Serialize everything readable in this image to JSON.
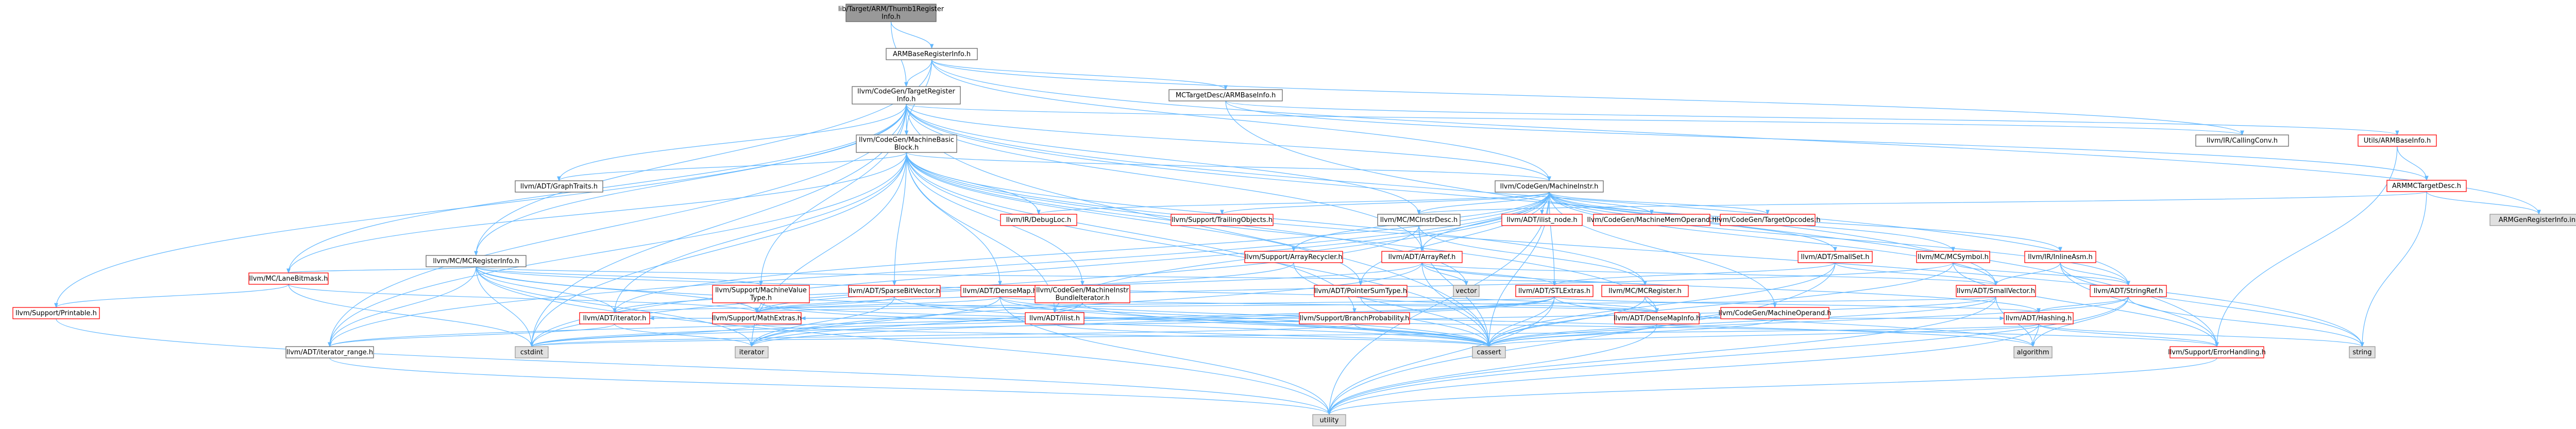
{
  "colors": {
    "edge": "#63b8ff",
    "root_fill": "#999999",
    "root_border": "#666666",
    "node_fill": "#ffffff",
    "node_border_linked": "#ff0000",
    "node_border_plain": "#666666",
    "external_fill": "#e0e0e0",
    "external_border": "#999999"
  },
  "nodes": [
    {
      "id": "n0",
      "lines": [
        "lib/Target/ARM/Thumb1Register",
        "Info.h"
      ],
      "kind": "root"
    },
    {
      "id": "n1",
      "lines": [
        "ARMBaseRegisterInfo.h"
      ],
      "kind": "plain"
    },
    {
      "id": "n2",
      "lines": [
        "llvm/CodeGen/TargetRegister",
        "Info.h"
      ],
      "kind": "plain"
    },
    {
      "id": "n3",
      "lines": [
        "MCTargetDesc/ARMBaseInfo.h"
      ],
      "kind": "plain"
    },
    {
      "id": "n4",
      "lines": [
        "llvm/CodeGen/MachineBasic",
        "Block.h"
      ],
      "kind": "plain"
    },
    {
      "id": "n5",
      "lines": [
        "llvm/IR/CallingConv.h"
      ],
      "kind": "plain"
    },
    {
      "id": "n6",
      "lines": [
        "Utils/ARMBaseInfo.h"
      ],
      "kind": "linked"
    },
    {
      "id": "n7",
      "lines": [
        "ARMMCTargetDesc.h"
      ],
      "kind": "linked"
    },
    {
      "id": "n8",
      "lines": [
        "ARMGenRegisterInfo.inc"
      ],
      "kind": "external"
    },
    {
      "id": "n9",
      "lines": [
        "llvm/ADT/GraphTraits.h"
      ],
      "kind": "plain"
    },
    {
      "id": "n10",
      "lines": [
        "llvm/CodeGen/MachineInstr.h"
      ],
      "kind": "plain"
    },
    {
      "id": "n11",
      "lines": [
        "llvm/MC/MCRegisterInfo.h"
      ],
      "kind": "plain"
    },
    {
      "id": "n12",
      "lines": [
        "llvm/IR/DebugLoc.h"
      ],
      "kind": "linked"
    },
    {
      "id": "n13",
      "lines": [
        "llvm/Support/TrailingObjects.h"
      ],
      "kind": "linked"
    },
    {
      "id": "n14",
      "lines": [
        "llvm/MC/MCInstrDesc.h"
      ],
      "kind": "plain"
    },
    {
      "id": "n15",
      "lines": [
        "llvm/ADT/ilist_node.h"
      ],
      "kind": "linked"
    },
    {
      "id": "n16",
      "lines": [
        "llvm/CodeGen/MachineMemOperand.h"
      ],
      "kind": "linked"
    },
    {
      "id": "n17",
      "lines": [
        "llvm/CodeGen/TargetOpcodes.h"
      ],
      "kind": "linked"
    },
    {
      "id": "n18",
      "lines": [
        "llvm/Support/ArrayRecycler.h"
      ],
      "kind": "linked"
    },
    {
      "id": "n19",
      "lines": [
        "llvm/ADT/ArrayRef.h"
      ],
      "kind": "linked"
    },
    {
      "id": "n20",
      "lines": [
        "llvm/ADT/SmallSet.h"
      ],
      "kind": "linked"
    },
    {
      "id": "n21",
      "lines": [
        "llvm/MC/MCSymbol.h"
      ],
      "kind": "linked"
    },
    {
      "id": "n22",
      "lines": [
        "llvm/IR/InlineAsm.h"
      ],
      "kind": "linked"
    },
    {
      "id": "n23",
      "lines": [
        "llvm/MC/LaneBitmask.h"
      ],
      "kind": "linked"
    },
    {
      "id": "n24",
      "lines": [
        "llvm/Support/Printable.h"
      ],
      "kind": "linked"
    },
    {
      "id": "n25",
      "lines": [
        "llvm/Support/MachineValue",
        "Type.h"
      ],
      "kind": "linked"
    },
    {
      "id": "n26",
      "lines": [
        "llvm/ADT/SparseBitVector.h"
      ],
      "kind": "linked"
    },
    {
      "id": "n27",
      "lines": [
        "llvm/ADT/DenseMap.h"
      ],
      "kind": "linked"
    },
    {
      "id": "n28",
      "lines": [
        "llvm/CodeGen/MachineInstr",
        "BundleIterator.h"
      ],
      "kind": "linked"
    },
    {
      "id": "n29",
      "lines": [
        "llvm/ADT/PointerSumType.h"
      ],
      "kind": "linked"
    },
    {
      "id": "n30",
      "lines": [
        "llvm/ADT/STLExtras.h"
      ],
      "kind": "linked"
    },
    {
      "id": "n31",
      "lines": [
        "llvm/MC/MCRegister.h"
      ],
      "kind": "linked"
    },
    {
      "id": "n32",
      "lines": [
        "llvm/CodeGen/MachineOperand.h"
      ],
      "kind": "linked"
    },
    {
      "id": "n33",
      "lines": [
        "llvm/ADT/SmallVector.h"
      ],
      "kind": "linked"
    },
    {
      "id": "n34",
      "lines": [
        "llvm/ADT/StringRef.h"
      ],
      "kind": "linked"
    },
    {
      "id": "n35",
      "lines": [
        "vector"
      ],
      "kind": "external"
    },
    {
      "id": "n36",
      "lines": [
        "llvm/ADT/iterator.h"
      ],
      "kind": "linked"
    },
    {
      "id": "n37",
      "lines": [
        "llvm/Support/MathExtras.h"
      ],
      "kind": "linked"
    },
    {
      "id": "n38",
      "lines": [
        "llvm/ADT/ilist.h"
      ],
      "kind": "linked"
    },
    {
      "id": "n39",
      "lines": [
        "llvm/Support/BranchProbability.h"
      ],
      "kind": "linked"
    },
    {
      "id": "n40",
      "lines": [
        "llvm/ADT/DenseMapInfo.h"
      ],
      "kind": "linked"
    },
    {
      "id": "n41",
      "lines": [
        "llvm/ADT/Hashing.h"
      ],
      "kind": "linked"
    },
    {
      "id": "n42",
      "lines": [
        "llvm/ADT/iterator_range.h"
      ],
      "kind": "plain"
    },
    {
      "id": "n43",
      "lines": [
        "cstdint"
      ],
      "kind": "external"
    },
    {
      "id": "n44",
      "lines": [
        "iterator"
      ],
      "kind": "external"
    },
    {
      "id": "n45",
      "lines": [
        "cassert"
      ],
      "kind": "external"
    },
    {
      "id": "n46",
      "lines": [
        "algorithm"
      ],
      "kind": "external"
    },
    {
      "id": "n47",
      "lines": [
        "llvm/Support/ErrorHandling.h"
      ],
      "kind": "linked"
    },
    {
      "id": "n48",
      "lines": [
        "string"
      ],
      "kind": "external"
    },
    {
      "id": "n49",
      "lines": [
        "utility"
      ],
      "kind": "external"
    }
  ],
  "edges": [
    [
      "n0",
      "n1"
    ],
    [
      "n0",
      "n2"
    ],
    [
      "n1",
      "n2"
    ],
    [
      "n1",
      "n3"
    ],
    [
      "n1",
      "n4"
    ],
    [
      "n1",
      "n5"
    ],
    [
      "n1",
      "n8"
    ],
    [
      "n1",
      "n10"
    ],
    [
      "n1",
      "n11"
    ],
    [
      "n2",
      "n4"
    ],
    [
      "n2",
      "n5"
    ],
    [
      "n2",
      "n9"
    ],
    [
      "n2",
      "n11"
    ],
    [
      "n2",
      "n23"
    ],
    [
      "n2",
      "n24"
    ],
    [
      "n2",
      "n19"
    ],
    [
      "n2",
      "n33"
    ],
    [
      "n2",
      "n34"
    ],
    [
      "n2",
      "n25"
    ],
    [
      "n2",
      "n42"
    ],
    [
      "n2",
      "n43"
    ],
    [
      "n2",
      "n45"
    ],
    [
      "n2",
      "n14"
    ],
    [
      "n2",
      "n10"
    ],
    [
      "n3",
      "n6"
    ],
    [
      "n3",
      "n7"
    ],
    [
      "n3",
      "n47"
    ],
    [
      "n6",
      "n7"
    ],
    [
      "n6",
      "n47"
    ],
    [
      "n7",
      "n8"
    ],
    [
      "n7",
      "n48"
    ],
    [
      "n7",
      "n14"
    ],
    [
      "n4",
      "n9"
    ],
    [
      "n4",
      "n10"
    ],
    [
      "n4",
      "n12"
    ],
    [
      "n4",
      "n23"
    ],
    [
      "n4",
      "n26"
    ],
    [
      "n4",
      "n27"
    ],
    [
      "n4",
      "n28"
    ],
    [
      "n4",
      "n29"
    ],
    [
      "n4",
      "n38"
    ],
    [
      "n4",
      "n39"
    ],
    [
      "n4",
      "n42"
    ],
    [
      "n4",
      "n36"
    ],
    [
      "n4",
      "n45"
    ],
    [
      "n4",
      "n43"
    ],
    [
      "n4",
      "n44"
    ],
    [
      "n4",
      "n48"
    ],
    [
      "n4",
      "n31"
    ],
    [
      "n4",
      "n35"
    ],
    [
      "n4",
      "n40"
    ],
    [
      "n10",
      "n12"
    ],
    [
      "n10",
      "n13"
    ],
    [
      "n10",
      "n14"
    ],
    [
      "n10",
      "n15"
    ],
    [
      "n10",
      "n16"
    ],
    [
      "n10",
      "n17"
    ],
    [
      "n10",
      "n18"
    ],
    [
      "n10",
      "n19"
    ],
    [
      "n10",
      "n20"
    ],
    [
      "n10",
      "n21"
    ],
    [
      "n10",
      "n22"
    ],
    [
      "n10",
      "n32"
    ],
    [
      "n10",
      "n29"
    ],
    [
      "n10",
      "n30"
    ],
    [
      "n10",
      "n38"
    ],
    [
      "n10",
      "n42"
    ],
    [
      "n10",
      "n36"
    ],
    [
      "n10",
      "n43"
    ],
    [
      "n10",
      "n45"
    ],
    [
      "n10",
      "n49"
    ],
    [
      "n10",
      "n33"
    ],
    [
      "n10",
      "n34"
    ],
    [
      "n11",
      "n23"
    ],
    [
      "n11",
      "n25"
    ],
    [
      "n11",
      "n31"
    ],
    [
      "n11",
      "n36"
    ],
    [
      "n11",
      "n37"
    ],
    [
      "n11",
      "n42"
    ],
    [
      "n11",
      "n43"
    ],
    [
      "n11",
      "n45"
    ],
    [
      "n11",
      "n44"
    ],
    [
      "n11",
      "n49"
    ],
    [
      "n11",
      "n40"
    ],
    [
      "n14",
      "n19"
    ],
    [
      "n14",
      "n31"
    ],
    [
      "n14",
      "n43"
    ],
    [
      "n14",
      "n45"
    ],
    [
      "n18",
      "n37"
    ],
    [
      "n18",
      "n45"
    ],
    [
      "n19",
      "n33"
    ],
    [
      "n19",
      "n30"
    ],
    [
      "n19",
      "n41"
    ],
    [
      "n19",
      "n35"
    ],
    [
      "n19",
      "n36"
    ],
    [
      "n19",
      "n45"
    ],
    [
      "n19",
      "n44"
    ],
    [
      "n20",
      "n33"
    ],
    [
      "n20",
      "n30"
    ],
    [
      "n20",
      "n45"
    ],
    [
      "n20",
      "n49"
    ],
    [
      "n21",
      "n34"
    ],
    [
      "n21",
      "n37"
    ],
    [
      "n21",
      "n47"
    ],
    [
      "n21",
      "n45"
    ],
    [
      "n22",
      "n34"
    ],
    [
      "n22",
      "n33"
    ],
    [
      "n22",
      "n47"
    ],
    [
      "n22",
      "n48"
    ],
    [
      "n23",
      "n24"
    ],
    [
      "n23",
      "n37"
    ],
    [
      "n23",
      "n43"
    ],
    [
      "n24",
      "n49"
    ],
    [
      "n25",
      "n37"
    ],
    [
      "n25",
      "n47"
    ],
    [
      "n25",
      "n45"
    ],
    [
      "n26",
      "n37"
    ],
    [
      "n26",
      "n44"
    ],
    [
      "n26",
      "n45"
    ],
    [
      "n27",
      "n40"
    ],
    [
      "n27",
      "n37"
    ],
    [
      "n27",
      "n45"
    ],
    [
      "n27",
      "n44"
    ],
    [
      "n27",
      "n49"
    ],
    [
      "n27",
      "n46"
    ],
    [
      "n28",
      "n38"
    ],
    [
      "n28",
      "n45"
    ],
    [
      "n28",
      "n44"
    ],
    [
      "n29",
      "n40"
    ],
    [
      "n29",
      "n45"
    ],
    [
      "n30",
      "n36"
    ],
    [
      "n30",
      "n41"
    ],
    [
      "n30",
      "n42"
    ],
    [
      "n30",
      "n46"
    ],
    [
      "n30",
      "n45"
    ],
    [
      "n30",
      "n43"
    ],
    [
      "n30",
      "n44"
    ],
    [
      "n30",
      "n49"
    ],
    [
      "n31",
      "n40"
    ],
    [
      "n31",
      "n45"
    ],
    [
      "n32",
      "n40"
    ],
    [
      "n32",
      "n45"
    ],
    [
      "n33",
      "n37"
    ],
    [
      "n33",
      "n45"
    ],
    [
      "n33",
      "n46"
    ],
    [
      "n33",
      "n43"
    ],
    [
      "n33",
      "n49"
    ],
    [
      "n34",
      "n41"
    ],
    [
      "n34",
      "n46"
    ],
    [
      "n34",
      "n45"
    ],
    [
      "n34",
      "n48"
    ],
    [
      "n34",
      "n49"
    ],
    [
      "n36",
      "n42"
    ],
    [
      "n36",
      "n44"
    ],
    [
      "n37",
      "n45"
    ],
    [
      "n37",
      "n43"
    ],
    [
      "n38",
      "n36"
    ],
    [
      "n38",
      "n45"
    ],
    [
      "n39",
      "n37"
    ],
    [
      "n39",
      "n45"
    ],
    [
      "n39",
      "n43"
    ],
    [
      "n40",
      "n41"
    ],
    [
      "n40",
      "n45"
    ],
    [
      "n40",
      "n49"
    ],
    [
      "n41",
      "n47"
    ],
    [
      "n41",
      "n46"
    ],
    [
      "n41",
      "n48"
    ],
    [
      "n41",
      "n43"
    ],
    [
      "n41",
      "n45"
    ],
    [
      "n41",
      "n49"
    ],
    [
      "n42",
      "n49"
    ],
    [
      "n47",
      "n49"
    ]
  ]
}
